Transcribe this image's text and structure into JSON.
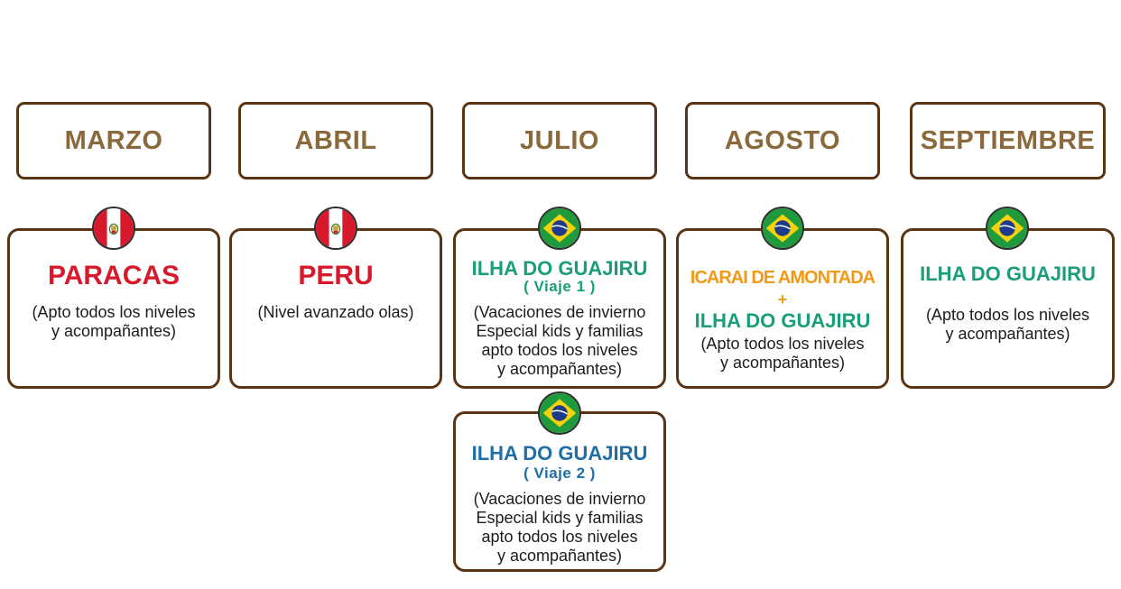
{
  "months": [
    {
      "label": "MARZO"
    },
    {
      "label": "ABRIL"
    },
    {
      "label": "JULIO"
    },
    {
      "label": "AGOSTO"
    },
    {
      "label": "SEPTIEMBRE"
    }
  ],
  "trips": {
    "marzo": {
      "flag": "peru-flag-icon",
      "destination": "PARACAS",
      "description": [
        "(Apto todos los niveles",
        "y acompañantes)"
      ]
    },
    "abril": {
      "flag": "peru-flag-icon",
      "destination": "PERU",
      "description": [
        "(Nivel avanzado olas)"
      ]
    },
    "julio_1": {
      "flag": "brazil-flag-icon",
      "destination": "ILHA DO GUAJIRU",
      "subtitle": "( Viaje 1 )",
      "description": [
        "(Vacaciones de invierno",
        "Especial kids y familias",
        "apto todos los niveles",
        "y acompañantes)"
      ]
    },
    "julio_2": {
      "flag": "brazil-flag-icon",
      "destination": "ILHA DO GUAJIRU",
      "subtitle": "( Viaje 2 )",
      "description": [
        "(Vacaciones de invierno",
        "Especial kids y familias",
        "apto todos los niveles",
        "y acompañantes)"
      ]
    },
    "agosto": {
      "flag": "brazil-flag-icon",
      "destination_1": "ICARAI DE AMONTADA",
      "plus": "+",
      "destination_2": "ILHA DO GUAJIRU",
      "description": [
        "(Apto todos los niveles",
        "y acompañantes)"
      ]
    },
    "septiembre": {
      "flag": "brazil-flag-icon",
      "destination": "ILHA DO GUAJIRU",
      "description": [
        "(Apto todos los niveles",
        "y acompañantes)"
      ]
    }
  },
  "colors": {
    "border": "#5a3514",
    "month_text": "#8a6a3c",
    "peru_red": "#d7192b",
    "guajiru_green": "#1a9e7a",
    "guajiru_blue": "#1f6ea6",
    "amontada_orange": "#f09a1a"
  }
}
